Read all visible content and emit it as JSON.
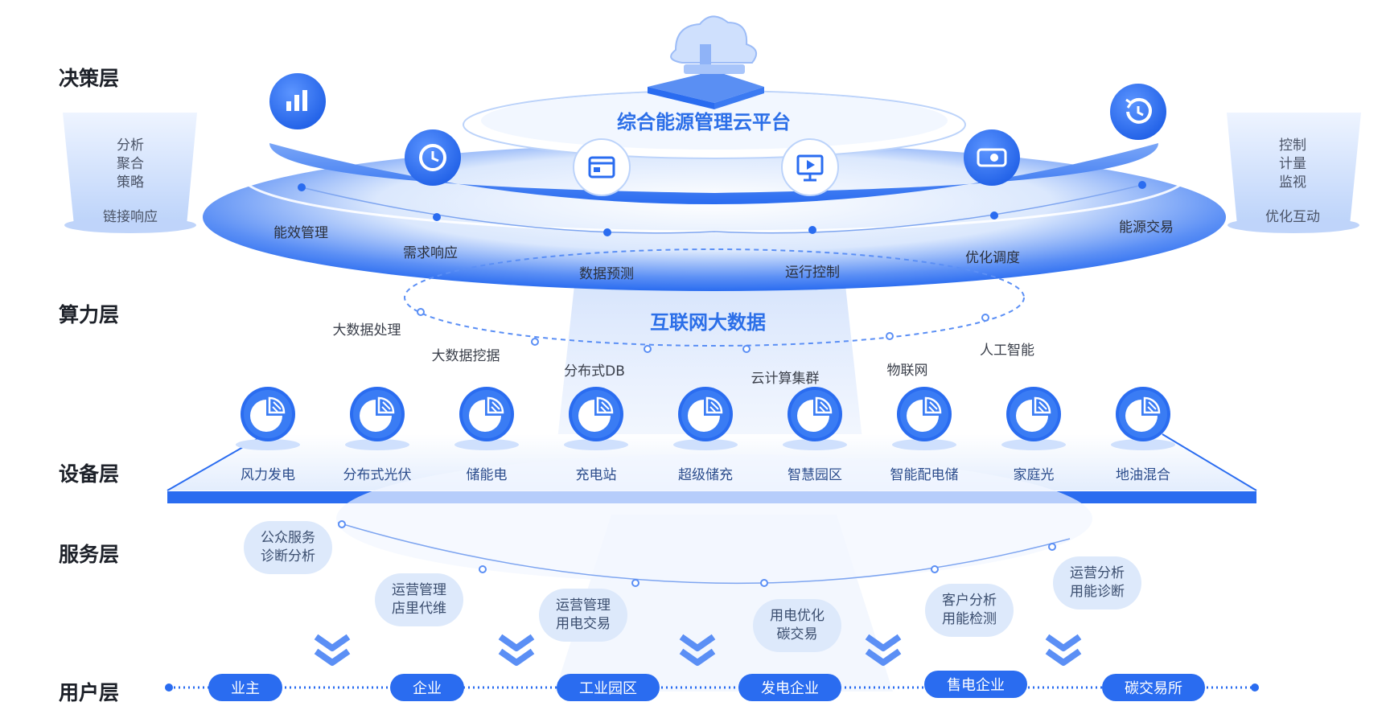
{
  "layers": [
    "决策层",
    "算力层",
    "设备层",
    "服务层",
    "用户层"
  ],
  "platform_title": "综合能源管理云平台",
  "left_box": {
    "lines": [
      "分析",
      "聚合",
      "策略"
    ],
    "bottom": "链接响应"
  },
  "right_box": {
    "lines": [
      "控制",
      "计量",
      "监视"
    ],
    "bottom": "优化互动"
  },
  "decision_items": [
    "能效管理",
    "需求响应",
    "数据预测",
    "运行控制",
    "优化调度",
    "能源交易"
  ],
  "decision_icons": [
    "bar-chart-icon",
    "clock-chat-icon",
    "browser-window-icon",
    "presentation-icon",
    "toggle-icon",
    "history-icon"
  ],
  "compute_title": "互联网大数据",
  "compute_items": [
    "大数据处理",
    "大数据挖据",
    "分布式DB",
    "云计算集群",
    "物联网",
    "人工智能"
  ],
  "device_items": [
    "风力发电",
    "分布式光伏",
    "储能电",
    "充电站",
    "超级储充",
    "智慧园区",
    "智能配电储",
    "家庭光",
    "地油混合"
  ],
  "service_items": [
    [
      "公众服务",
      "诊断分析"
    ],
    [
      "运营管理",
      "店里代维"
    ],
    [
      "运营管理",
      "用电交易"
    ],
    [
      "用电优化",
      "碳交易"
    ],
    [
      "客户分析",
      "用能检测"
    ],
    [
      "运营分析",
      "用能诊断"
    ]
  ],
  "user_items": [
    "业主",
    "企业",
    "工业园区",
    "发电企业",
    "售电企业",
    "碳交易所"
  ],
  "colors": {
    "primary": "#2a6cf0",
    "light": "#dde9fb",
    "accent": "#2c6fe8"
  }
}
